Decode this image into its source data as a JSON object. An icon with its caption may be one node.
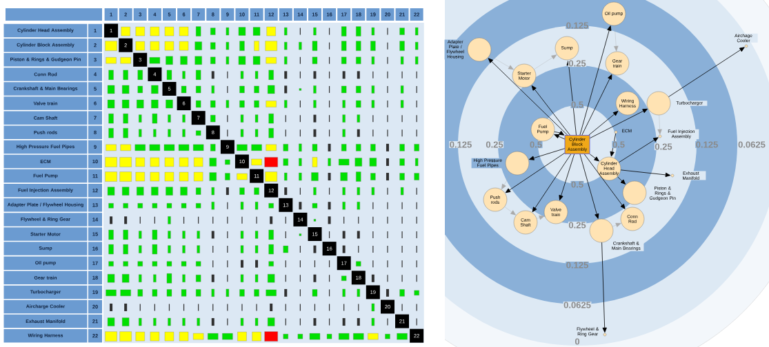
{
  "diagram": {
    "nodes": [
      {
        "text": [
          "Oil pump"
        ]
      },
      {
        "text": [
          "Airchage Cooler"
        ]
      },
      {
        "text": [
          "Sump"
        ]
      },
      {
        "text": [
          "Gear train"
        ]
      },
      {
        "text": [
          "Starter Motor"
        ]
      },
      {
        "text": [
          "Adapter Plate / Flywheel Housing"
        ]
      },
      {
        "text": [
          "Turbocharger"
        ]
      },
      {
        "text": [
          "Fuel Pump"
        ]
      },
      {
        "text": [
          "Wiring Harness"
        ]
      },
      {
        "text": [
          "ECM"
        ]
      },
      {
        "text": [
          "Cylinder Block Assembly"
        ]
      },
      {
        "text": [
          "Fuel Injection Assembly"
        ]
      },
      {
        "text": [
          "High Pressure Fuel Pipes"
        ]
      },
      {
        "text": [
          "Cylinder Head Assembly"
        ]
      },
      {
        "text": [
          "Piston & Rings & Gudgeon Pin"
        ]
      },
      {
        "text": [
          "Exhaust Manifold"
        ]
      },
      {
        "text": [
          "Push rods"
        ]
      },
      {
        "text": [
          "Valve train"
        ]
      },
      {
        "text": [
          "Conn Rod"
        ]
      },
      {
        "text": [
          "Cam Shaft"
        ]
      },
      {
        "text": [
          "Crankshaft & Main Bearings"
        ]
      },
      {
        "text": [
          "Flywheel & Ring Gear"
        ]
      }
    ],
    "edges": [
      {
        "from": 10,
        "to": 0,
        "arrow": "to"
      },
      {
        "from": 10,
        "to": 2,
        "arrow": "to"
      },
      {
        "from": 10,
        "to": 3,
        "arrow": "to"
      },
      {
        "from": 10,
        "to": 4,
        "arrow": "to"
      },
      {
        "from": 10,
        "to": 5,
        "arrow": "to"
      },
      {
        "from": 10,
        "to": 6,
        "arrow": "to"
      },
      {
        "from": 6,
        "to": 1,
        "arrow": "to"
      },
      {
        "from": 10,
        "to": 7,
        "arrow": "to"
      },
      {
        "from": 7,
        "to": 10,
        "arrow": "to"
      },
      {
        "from": 10,
        "to": 8,
        "arrow": "to"
      },
      {
        "from": 10,
        "to": 12,
        "arrow": "to"
      },
      {
        "from": 10,
        "to": 16,
        "arrow": "to"
      },
      {
        "from": 10,
        "to": 19,
        "arrow": "to"
      },
      {
        "from": 10,
        "to": 17,
        "arrow": "to"
      },
      {
        "from": 10,
        "to": 20,
        "arrow": "to"
      },
      {
        "from": 20,
        "to": 21,
        "arrow": "to"
      },
      {
        "from": 10,
        "to": 18,
        "arrow": "to"
      },
      {
        "from": 10,
        "to": 13,
        "arrow": "to"
      },
      {
        "from": 13,
        "to": 11,
        "arrow": "to"
      },
      {
        "from": 13,
        "to": 15,
        "arrow": "to"
      },
      {
        "from": 13,
        "to": 14,
        "arrow": "to"
      },
      {
        "from": 9,
        "to": 13,
        "arrow": "to"
      },
      {
        "from": 5,
        "to": 4,
        "arrow": "to",
        "color": "#aaaaaa"
      },
      {
        "from": 4,
        "to": 2,
        "arrow": "to",
        "color": "#aaaaaa"
      },
      {
        "from": 0,
        "to": 3,
        "arrow": "to",
        "color": "#aaaaaa"
      },
      {
        "from": 16,
        "to": 19,
        "arrow": "to",
        "color": "#aaaaaa"
      },
      {
        "from": 19,
        "to": 17,
        "arrow": "to",
        "color": "#aaaaaa"
      },
      {
        "from": 20,
        "to": 18,
        "arrow": "to",
        "color": "#aaaaaa"
      },
      {
        "from": 6,
        "to": 11,
        "arrow": "to",
        "color": "#aaaaaa"
      },
      {
        "from": 12,
        "to": 16,
        "arrow": "to",
        "color": "#aaaaaa"
      }
    ],
    "labels": [
      "1",
      "2",
      "3",
      "4",
      "5",
      "6",
      "7",
      "8",
      "9",
      "10",
      "11",
      "12",
      "13",
      "14",
      "15",
      "16",
      "17",
      "18",
      "19",
      "20",
      "21",
      "22",
      "Cylinder Head Assembly",
      "1",
      "1",
      "Cylinder Block Assembly",
      "2",
      "2",
      "Piston & Rings & Gudgeon Pin",
      "3",
      "3",
      "Conn Rod",
      "4",
      "4",
      "Crankshaft & Main Bearings",
      "5",
      "5",
      "Valve train",
      "6",
      "6",
      "Cam Shaft",
      "7",
      "7",
      "Push rods",
      "8",
      "8",
      "High Pressure Fuel Pipes",
      "9",
      "9",
      "ECM",
      "10",
      "10",
      "Fuel Pump",
      "11",
      "11",
      "Fuel Injection Assembly",
      "12",
      "12",
      "Adapter Plate / Flywheel Housing",
      "13",
      "13",
      "Flywheel & Ring Gear",
      "14",
      "14",
      "Starter Motor",
      "15",
      "15",
      "Sump",
      "16",
      "16",
      "Oil pump",
      "17",
      "17",
      "Gear train",
      "18",
      "18",
      "Turbocharger",
      "19",
      "19",
      "Aircharge Cooler",
      "20",
      "20",
      "Exhaust Manifold",
      "21",
      "21",
      "Wiring Harness",
      "22",
      "22",
      "0.125",
      "0.25",
      "0.5",
      "0.125",
      "0.25",
      "0.5",
      "0.5",
      "0.25",
      "0.125",
      "0.0625",
      "0.5",
      "0.25",
      "0.125",
      "0.0625",
      "0"
    ]
  }
}
